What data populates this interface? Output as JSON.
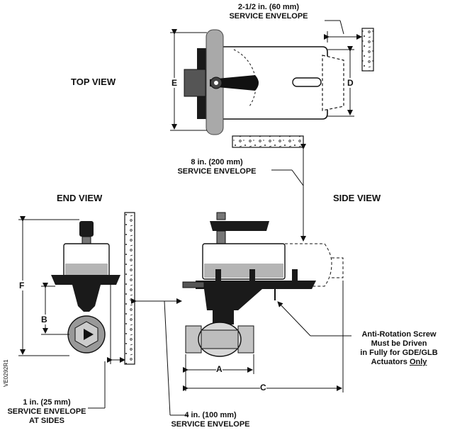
{
  "views": {
    "top": "TOP VIEW",
    "end": "END VIEW",
    "side": "SIDE VIEW"
  },
  "envelopes": {
    "top_line1": "2-1/2 in. (60 mm)",
    "top_line2": "SERVICE ENVELOPE",
    "mid_line1": "8 in. (200 mm)",
    "mid_line2": "SERVICE ENVELOPE",
    "sides_line1": "1 in. (25 mm)",
    "sides_line2": "SERVICE ENVELOPE",
    "sides_line3": "AT SIDES",
    "bottom_line1": "4 in. (100 mm)",
    "bottom_line2": "SERVICE ENVELOPE"
  },
  "dimensions": {
    "A": "A",
    "B": "B",
    "C": "C",
    "D": "D",
    "E": "E",
    "F": "F"
  },
  "note": {
    "line1": "Anti-Rotation Screw",
    "line2": "Must be Driven",
    "line3": "in Fully for GDE/GLB",
    "line4": "Actuators",
    "line4_emph": "Only"
  },
  "figure_code": "VE0292R1"
}
